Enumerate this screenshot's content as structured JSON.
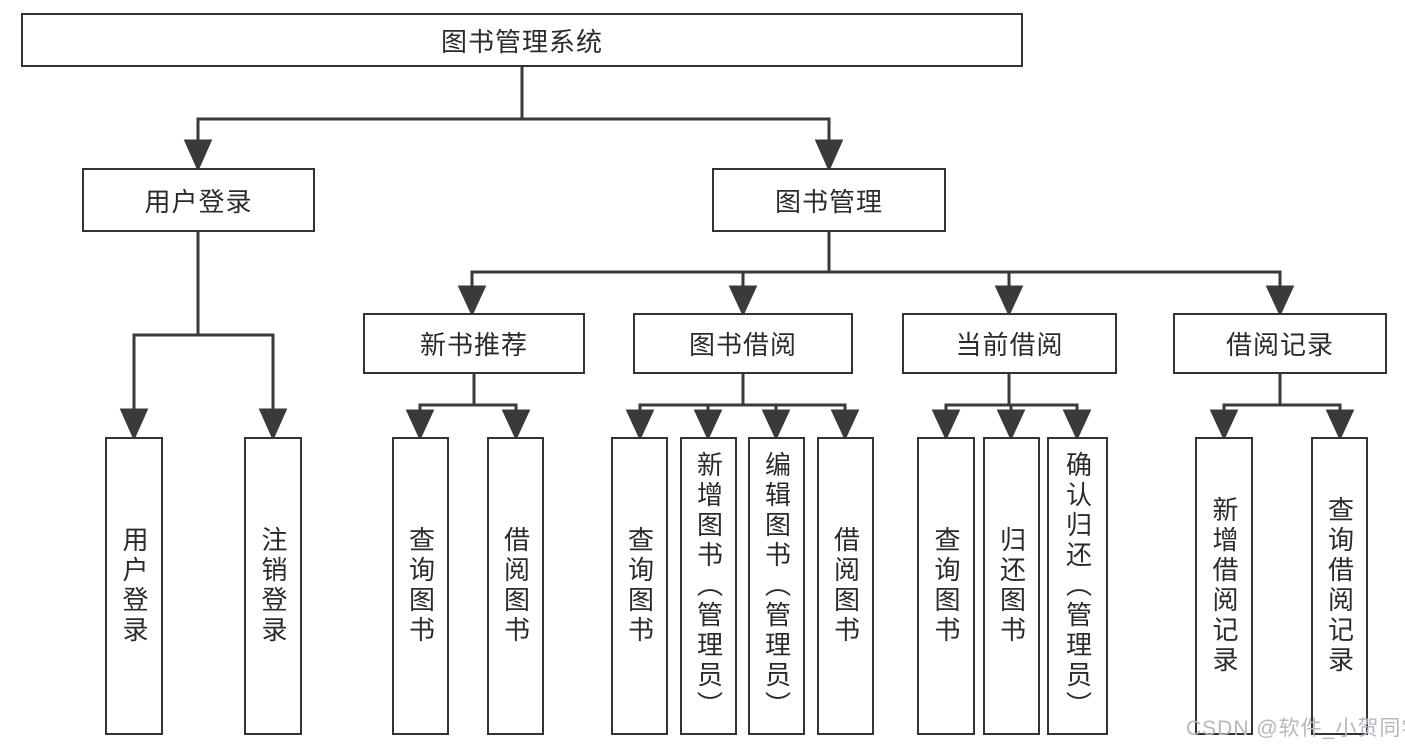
{
  "diagram": {
    "root": "图书管理系统",
    "level2": {
      "user_login": "用户登录",
      "book_mgmt": "图书管理"
    },
    "level3": {
      "new_books": "新书推荐",
      "book_borrow": "图书借阅",
      "current_borrow": "当前借阅",
      "borrow_records": "借阅记录"
    },
    "leaves": {
      "user_login": "用户登录",
      "logout": "注销登录",
      "nb_query": "查询图书",
      "nb_borrow": "借阅图书",
      "bb_query": "查询图书",
      "bb_add": "新增图书（管理员）",
      "bb_edit": "编辑图书（管理员）",
      "bb_borrow": "借阅图书",
      "cb_query": "查询图书",
      "cb_return": "归还图书",
      "cb_confirm": "确认归还（管理员）",
      "br_add": "新增借阅记录",
      "br_query": "查询借阅记录"
    },
    "colors": {
      "line": "#3a3a3a",
      "box_border": "#333333",
      "text": "#2b2b2b",
      "background": "#ffffff",
      "watermark": "#b4b8bf"
    }
  },
  "watermark": "CSDN @软件_小贺同学"
}
